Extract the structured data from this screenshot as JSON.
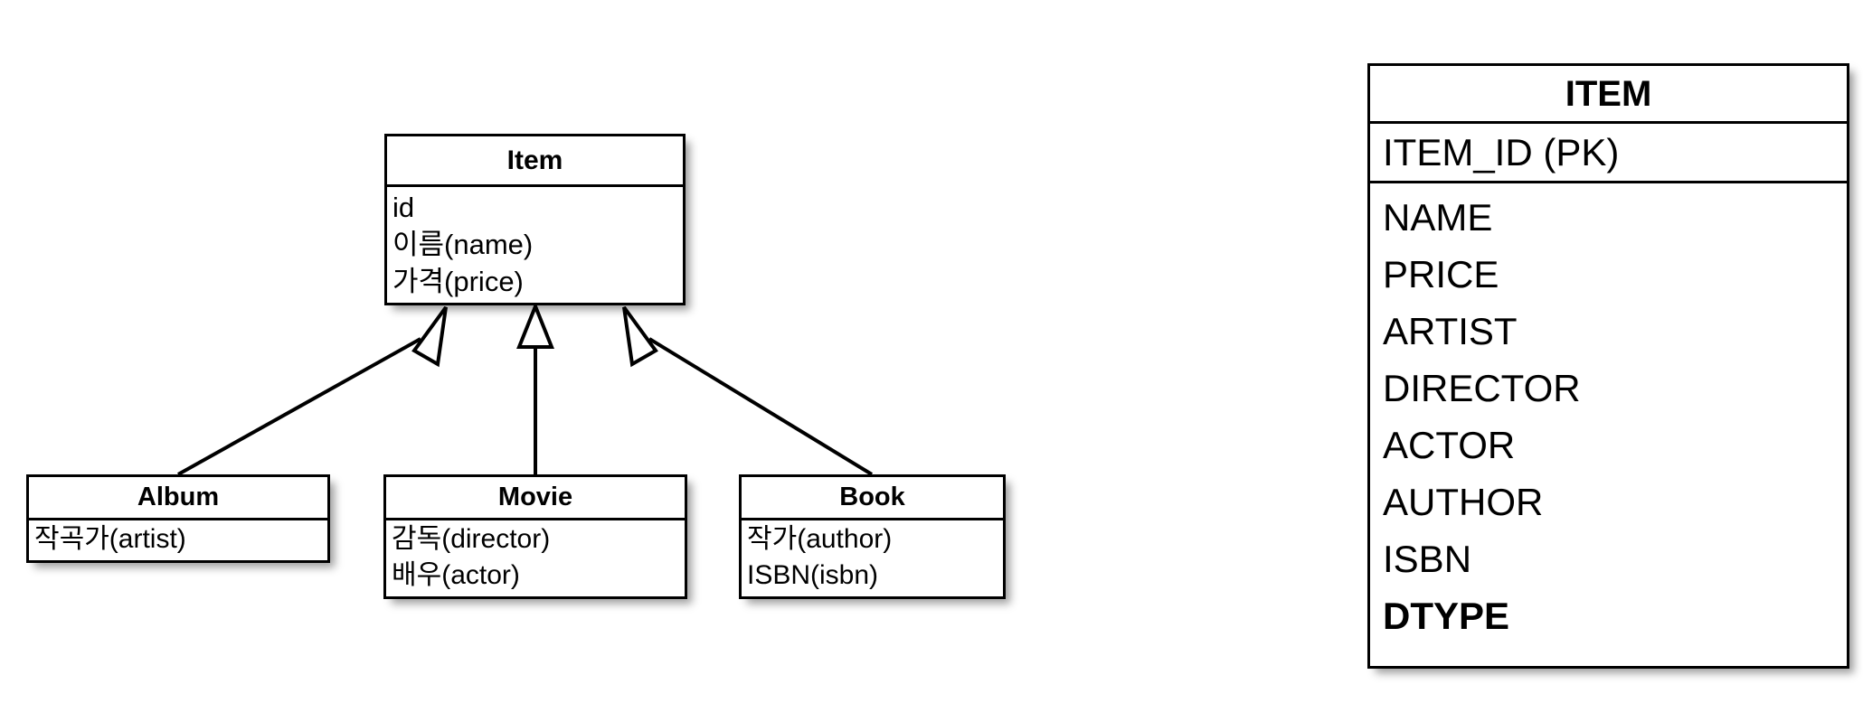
{
  "diagram": {
    "type": "uml-class-inheritance-with-relational-table",
    "background_color": "#ffffff",
    "line_color": "#000000"
  },
  "uml": {
    "superclass": {
      "name": "Item",
      "attributes": [
        "id",
        "이름(name)",
        "가격(price)"
      ]
    },
    "subclasses": [
      {
        "name": "Album",
        "attributes": [
          "작곡가(artist)"
        ]
      },
      {
        "name": "Movie",
        "attributes": [
          "감독(director)",
          "배우(actor)"
        ]
      },
      {
        "name": "Book",
        "attributes": [
          "작가(author)",
          "ISBN(isbn)"
        ]
      }
    ],
    "relationship_label": "generalization"
  },
  "table": {
    "name": "ITEM",
    "primary_key": "ITEM_ID (PK)",
    "columns": [
      {
        "label": "NAME",
        "bold": false
      },
      {
        "label": "PRICE",
        "bold": false
      },
      {
        "label": "ARTIST",
        "bold": false
      },
      {
        "label": "DIRECTOR",
        "bold": false
      },
      {
        "label": "ACTOR",
        "bold": false
      },
      {
        "label": "AUTHOR",
        "bold": false
      },
      {
        "label": "ISBN",
        "bold": false
      },
      {
        "label": "DTYPE",
        "bold": true
      }
    ]
  }
}
